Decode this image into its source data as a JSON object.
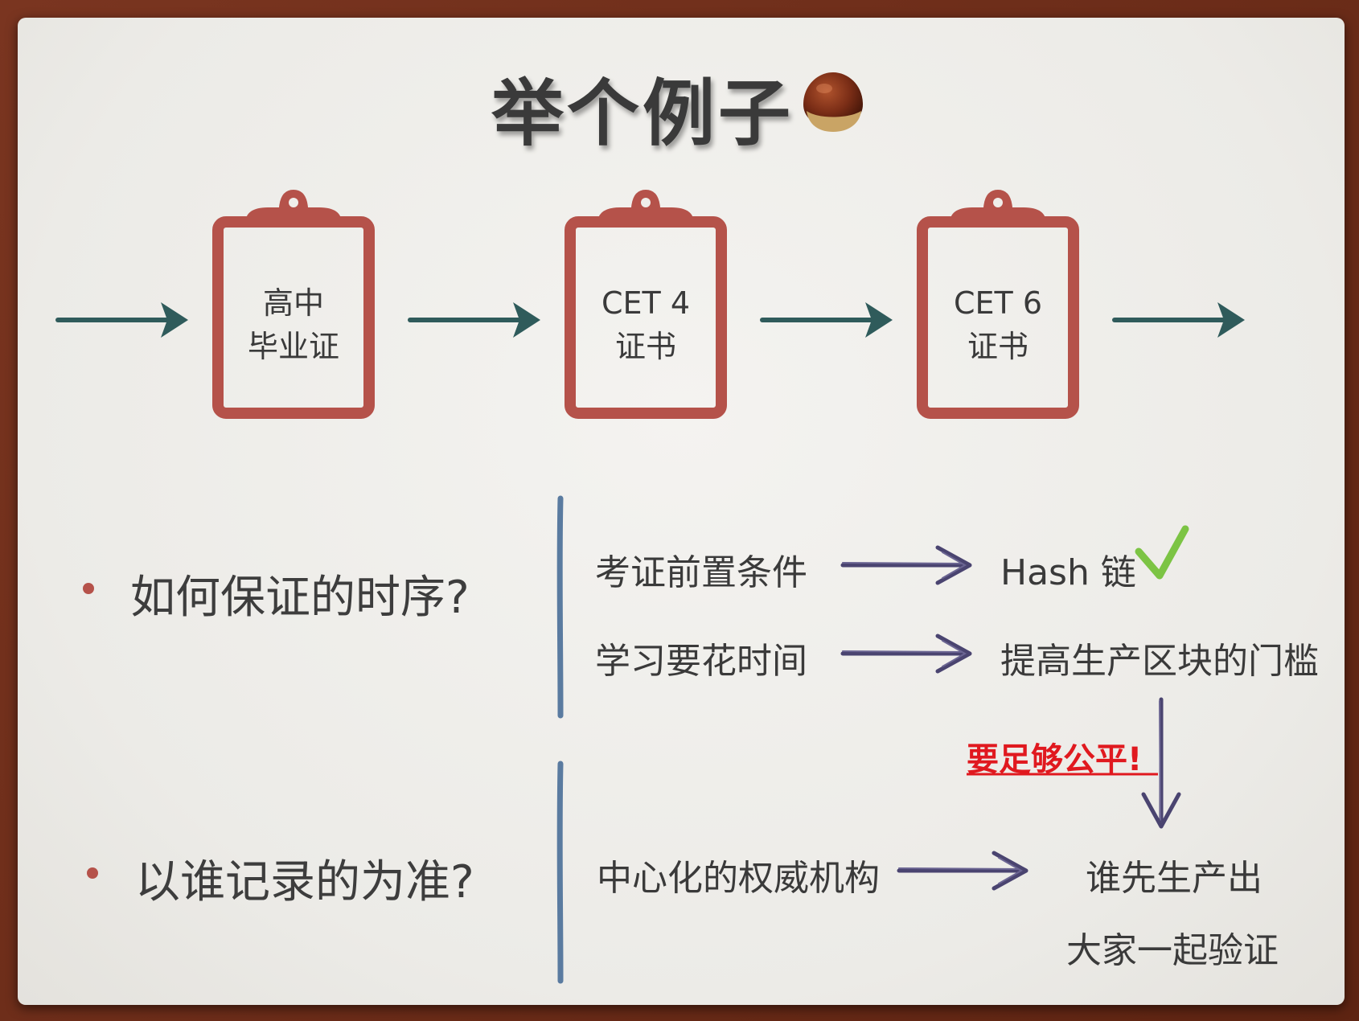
{
  "title": "举个例子",
  "icons": {
    "title_icon": "chestnut-icon",
    "clipboard_icon": "clipboard-icon",
    "check_icon": "check-mark-icon"
  },
  "colors": {
    "frame": "#6a2a17",
    "paper": "#efeeea",
    "clipboard": "#b5524a",
    "flow_arrow": "#2f5b5b",
    "sketch_arrow": "#4a4470",
    "divider": "#5a7ba0",
    "check": "#7cc444",
    "emphasis": "#e0191f"
  },
  "chain": [
    {
      "line1": "高中",
      "line2": "毕业证"
    },
    {
      "line1": "CET 4",
      "line2": "证书"
    },
    {
      "line1": "CET 6",
      "line2": "证书"
    }
  ],
  "questions": {
    "q1": "如何保证的时序?",
    "q2": "以谁记录的为准?"
  },
  "answers": {
    "row1_left": "考证前置条件",
    "row1_right": "Hash 链",
    "row2_left": "学习要花时间",
    "row2_right": "提高生产区块的门槛",
    "fair_note": "要足够公平!",
    "row3_left": "中心化的权威机构",
    "row3_right1": "谁先生产出",
    "row3_right2": "大家一起验证"
  }
}
